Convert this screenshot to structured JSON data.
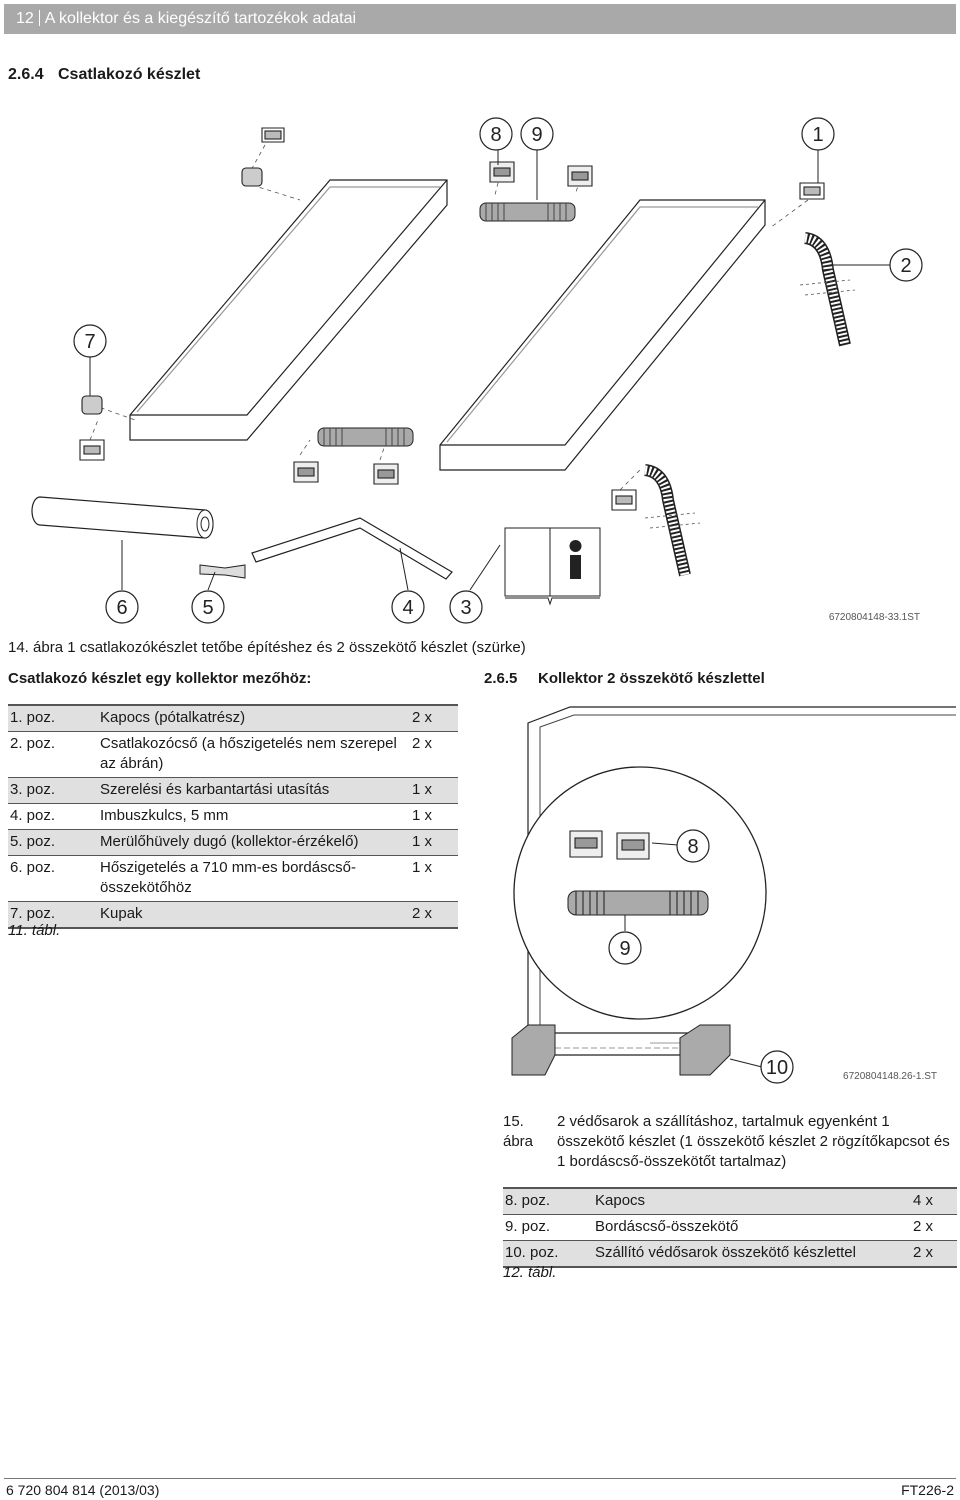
{
  "header": {
    "page_number": "12",
    "title": "A kollektor és a kiegészítő tartozékok adatai"
  },
  "section_264": {
    "number": "2.6.4",
    "title": "Csatlakozó készlet"
  },
  "figure14": {
    "callouts": [
      "8",
      "9",
      "1",
      "2",
      "7",
      "6",
      "5",
      "4",
      "3"
    ],
    "code": "6720804148-33.1ST",
    "caption": "14. ábra 1 csatlakozókészlet tetőbe építéshez és 2 összekötő készlet (szürke)"
  },
  "subheading": "Csatlakozó készlet egy kollektor mezőhöz:",
  "table11": {
    "rows": [
      {
        "pos": "1. poz.",
        "desc": "Kapocs (pótalkatrész)",
        "qty": "2 x"
      },
      {
        "pos": "2. poz.",
        "desc": "Csatlakozócső (a hőszigetelés nem szerepel az ábrán)",
        "qty": "2 x"
      },
      {
        "pos": "3. poz.",
        "desc": "Szerelési és karbantartási utasítás",
        "qty": "1 x"
      },
      {
        "pos": "4. poz.",
        "desc": "Imbuszkulcs, 5 mm",
        "qty": "1 x"
      },
      {
        "pos": "5. poz.",
        "desc": "Merülőhüvely dugó (kollektor-érzékelő)",
        "qty": "1 x"
      },
      {
        "pos": "6. poz.",
        "desc": "Hőszigetelés a 710 mm-es bordáscső-összekötőhöz",
        "qty": "1 x"
      },
      {
        "pos": "7. poz.",
        "desc": "Kupak",
        "qty": "2 x"
      }
    ],
    "label": "11. tábl."
  },
  "section_265": {
    "number": "2.6.5",
    "title": "Kollektor 2 összekötő készlettel"
  },
  "figure15": {
    "callouts": [
      "8",
      "9",
      "10"
    ],
    "code": "6720804148.26-1.ST",
    "caption_num": "15. ábra",
    "caption": "2 védősarok a szállításhoz, tartalmuk egyenként 1 összekötő készlet (1 összekötő készlet 2 rögzítőkapcsot és 1 bordáscső-összekötőt tartalmaz)"
  },
  "table12": {
    "rows": [
      {
        "pos": "8. poz.",
        "desc": "Kapocs",
        "qty": "4 x"
      },
      {
        "pos": "9. poz.",
        "desc": "Bordáscső-összekötő",
        "qty": "2 x"
      },
      {
        "pos": "10. poz.",
        "desc": "Szállító védősarok összekötő készlettel",
        "qty": "2 x"
      }
    ],
    "label": "12. tábl."
  },
  "footer": {
    "left": "6 720 804 814 (2013/03)",
    "right": "FT226-2"
  }
}
